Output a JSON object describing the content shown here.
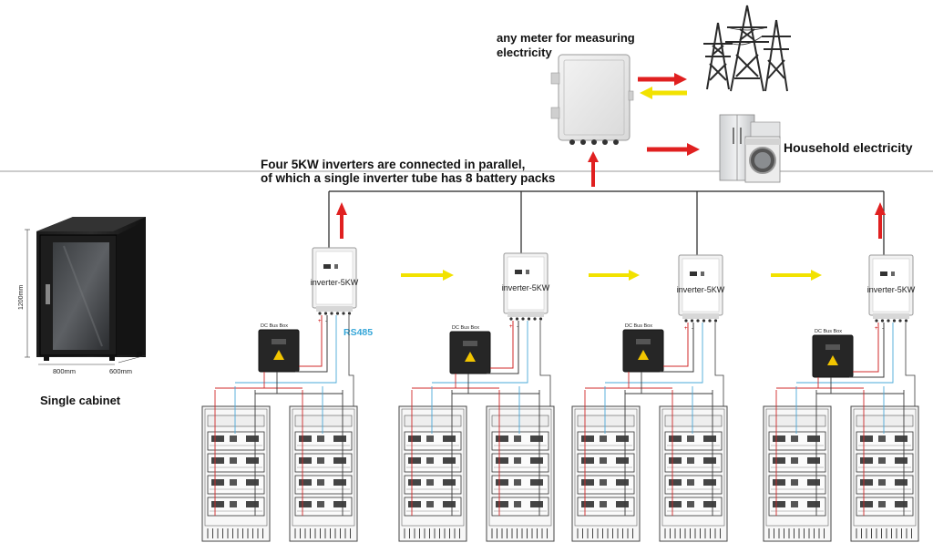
{
  "meter": {
    "label_line1": "any meter for measuring",
    "label_line2": "electricity"
  },
  "household": {
    "label": "Household electricity"
  },
  "description": {
    "line1": "Four 5KW inverters are connected in parallel,",
    "line2": "of which a single inverter tube has 8 battery packs"
  },
  "cabinet": {
    "caption": "Single cabinet",
    "height_dim": "1200mm",
    "width_dim": "800mm",
    "depth_dim": "600mm"
  },
  "inverters": [
    {
      "label": "inverter-5KW"
    },
    {
      "label": "inverter-5KW"
    },
    {
      "label": "inverter-5KW"
    },
    {
      "label": "inverter-5KW"
    }
  ],
  "dc_bus_box": {
    "label": "DC Bus Box"
  },
  "rs485": {
    "label": "RS485"
  },
  "colors": {
    "red_arrow": "#e02020",
    "yellow_arrow": "#f2e200",
    "rs485_text": "#35a6d8",
    "pos_wire": "#d02828",
    "neg_wire": "#3a3a3a",
    "comm_wire": "#4aa8d8"
  },
  "icons": [
    "transmission-tower-icon",
    "appliance-icon",
    "cabinet-image"
  ]
}
